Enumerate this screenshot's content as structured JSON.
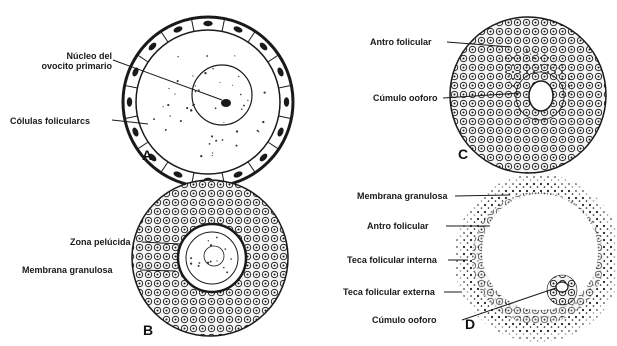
{
  "panels": {
    "A": {
      "letter": "A",
      "labels": {
        "nucleus_line1": "Núcleo del",
        "nucleus_line2": "ovocito primario",
        "follicular_cells": "Cólulas folicularcs"
      }
    },
    "B": {
      "letter": "B",
      "labels": {
        "zona_pellucida": "Zona pelúcida",
        "granulosa": "Membrana granulosa"
      }
    },
    "C": {
      "letter": "C",
      "labels": {
        "antrum": "Antro folicular",
        "cumulus": "Cúmulo ooforo"
      }
    },
    "D": {
      "letter": "D",
      "labels": {
        "granulosa": "Membrana granulosa",
        "antrum": "Antro folicular",
        "theca_interna": "Teca folicular interna",
        "theca_externa": "Teca folicular externa",
        "cumulus": "Cúmulo ooforo"
      }
    }
  },
  "colors": {
    "ink": "#1a1a1a",
    "background": "#ffffff"
  }
}
